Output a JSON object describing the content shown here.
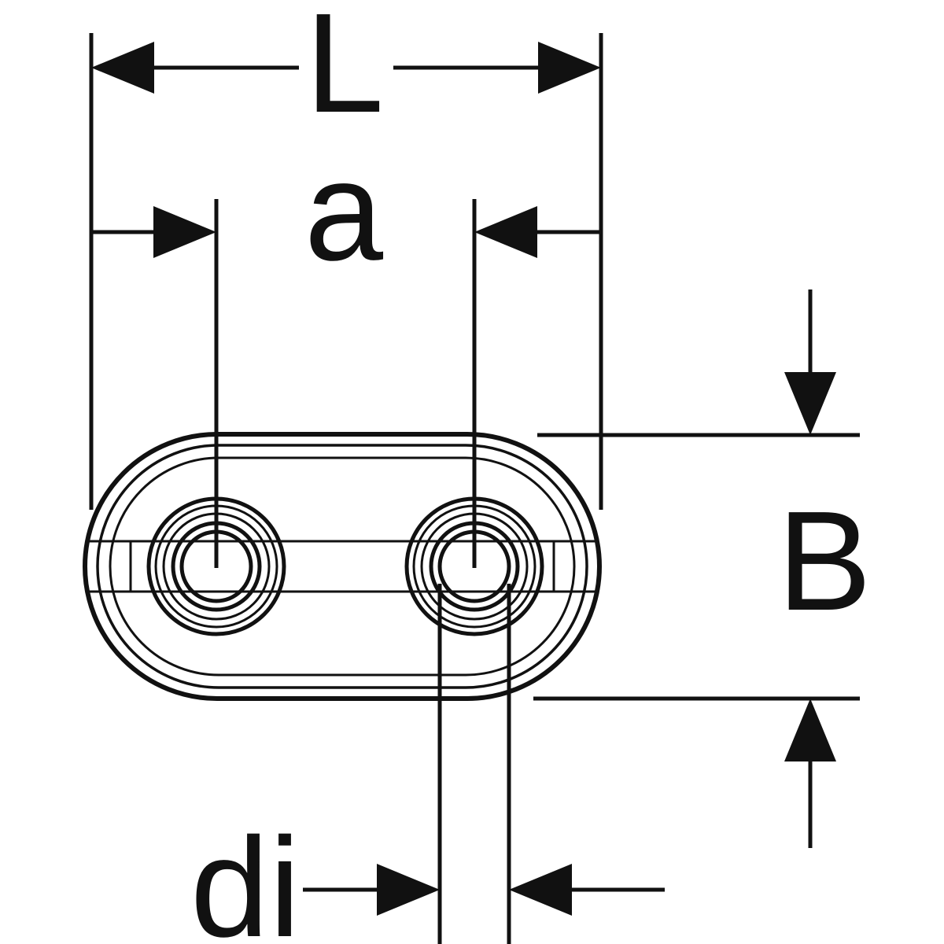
{
  "drawing": {
    "kind": "technical-dimension-drawing",
    "subject": "oval two-hole mounting plate, top view",
    "dimensions": {
      "overall_length": {
        "label": "L"
      },
      "hole_spacing": {
        "label": "a"
      },
      "overall_height": {
        "label": "B"
      },
      "inner_diameter": {
        "label": "di"
      }
    },
    "colors": {
      "line": "#111111",
      "background": "#ffffff"
    }
  }
}
